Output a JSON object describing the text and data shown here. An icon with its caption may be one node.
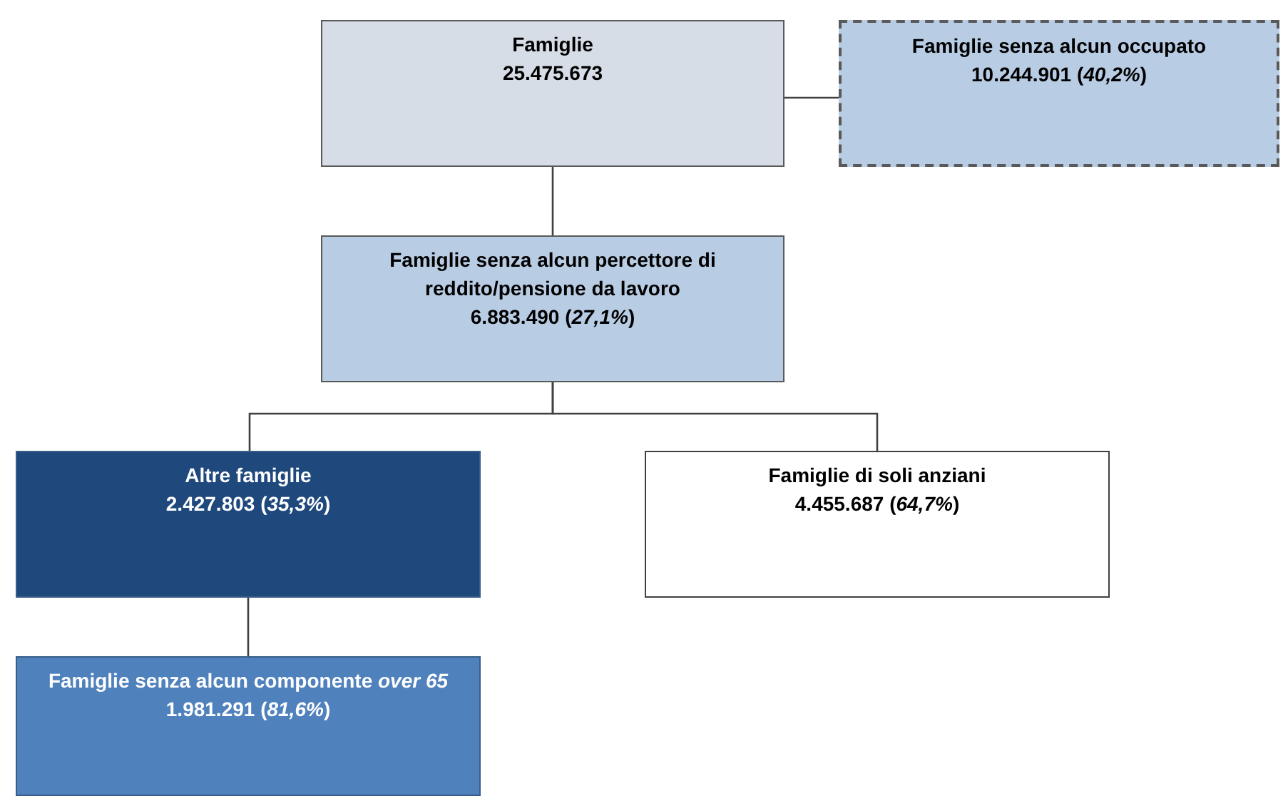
{
  "diagram": {
    "nodes": [
      {
        "text": [
          "Famiglie",
          "25.475.673"
        ]
      },
      {
        "text": [
          "Famiglie senza alcun occupato",
          "10.244.901 (*40,2%*)"
        ]
      },
      {
        "text": [
          "Famiglie senza alcun percettore di reddito/pensione da lavoro",
          "6.883.490 (*27,1%*)"
        ]
      },
      {
        "text": [
          "Altre famiglie",
          "2.427.803 (*35,3%*)"
        ]
      },
      {
        "text": [
          "Famiglie di soli anziani",
          "4.455.687 (*64,7%*)"
        ]
      },
      {
        "text": [
          "Famiglie senza alcun componente *over 65*",
          "1.981.291 (*81,6%*)"
        ]
      }
    ],
    "edges": [
      {
        "from": 0,
        "to": 1,
        "arrow": "none"
      },
      {
        "from": 0,
        "to": 2,
        "arrow": "none"
      },
      {
        "from": 2,
        "to": 3,
        "arrow": "none"
      },
      {
        "from": 2,
        "to": 4,
        "arrow": "none"
      },
      {
        "from": 3,
        "to": 5,
        "arrow": "none"
      }
    ]
  }
}
